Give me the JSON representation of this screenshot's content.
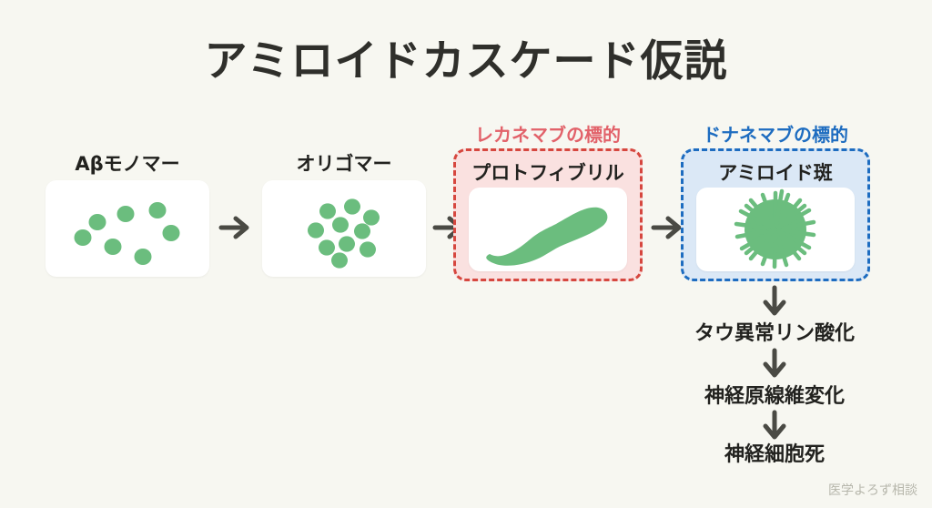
{
  "title": "アミロイドカスケード仮説",
  "colors": {
    "background": "#f7f7f1",
    "green": "#6bbd7e",
    "arrow": "#4a4a44",
    "red_accent": "#d6473f",
    "red_label": "#e2626a",
    "red_fill": "#fae1e0",
    "blue_accent": "#1d6cc0",
    "blue_fill": "#dbe8f6",
    "text": "#22221f",
    "watermark": "#b6b6ab"
  },
  "stages": [
    {
      "label": "Aβモノマー",
      "outer_label": "",
      "graphic": "scattered-monomer-dots",
      "framed": false
    },
    {
      "label": "オリゴマー",
      "outer_label": "",
      "graphic": "clustered-oligomer-dots",
      "framed": false
    },
    {
      "label": "プロトフィブリル",
      "outer_label": "レカネマブの標的",
      "graphic": "protofibril-strand",
      "framed": true,
      "frame_color": "red"
    },
    {
      "label": "アミロイド斑",
      "outer_label": "ドナネマブの標的",
      "graphic": "amyloid-plaque-blob",
      "framed": true,
      "frame_color": "blue"
    }
  ],
  "arrows": {
    "horizontal_count": 3,
    "vertical_count": 3,
    "glyph": "arrow-right-icon"
  },
  "cascade": [
    "タウ異常リン酸化",
    "神経原線維変化",
    "神経細胞死"
  ],
  "watermark": "医学よろず相談"
}
